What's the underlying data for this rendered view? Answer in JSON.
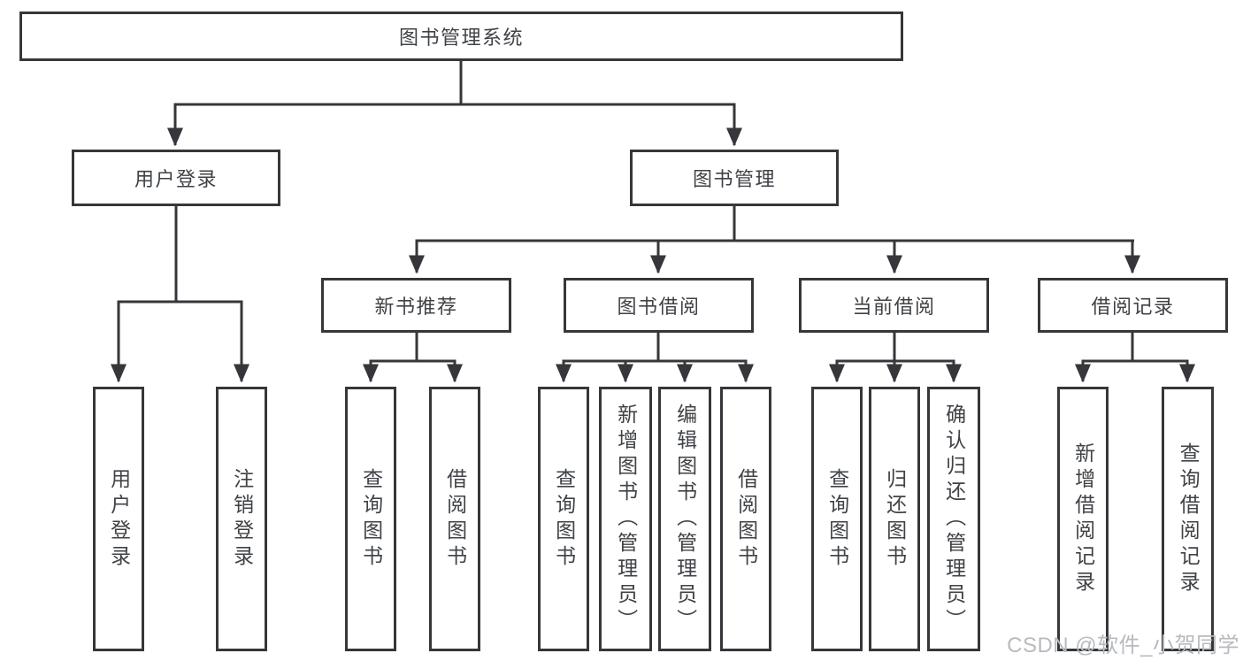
{
  "diagram_title": "图书管理系统",
  "tree": {
    "label": "图书管理系统",
    "children": [
      {
        "label": "用户登录",
        "children": [
          {
            "label": "用户登录"
          },
          {
            "label": "注销登录"
          }
        ]
      },
      {
        "label": "图书管理",
        "children": [
          {
            "label": "新书推荐",
            "children": [
              {
                "label": "查询图书"
              },
              {
                "label": "借阅图书"
              }
            ]
          },
          {
            "label": "图书借阅",
            "children": [
              {
                "label": "查询图书"
              },
              {
                "label": "新增图书（管理员）"
              },
              {
                "label": "编辑图书（管理员）"
              },
              {
                "label": "借阅图书"
              }
            ]
          },
          {
            "label": "当前借阅",
            "children": [
              {
                "label": "查询图书"
              },
              {
                "label": "归还图书"
              },
              {
                "label": "确认归还（管理员）"
              }
            ]
          },
          {
            "label": "借阅记录",
            "children": [
              {
                "label": "新增借阅记录"
              },
              {
                "label": "查询借阅记录"
              }
            ]
          }
        ]
      }
    ]
  },
  "watermark": {
    "text": "CSDN @软件_小贺同学"
  },
  "colors": {
    "line": "#35373a",
    "text": "#3f4246",
    "watermark": "#b7babe",
    "background": "#ffffff"
  }
}
